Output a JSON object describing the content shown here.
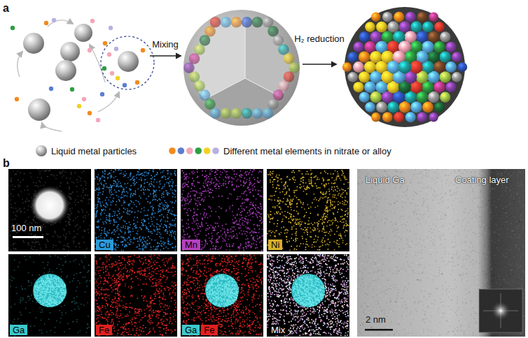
{
  "diagram": {
    "nodes": [
      {
        "text": [
          "100 nm"
        ]
      },
      {
        "text": [
          "Cu"
        ]
      },
      {
        "text": [
          "Mn"
        ]
      },
      {
        "text": [
          "Ni"
        ]
      },
      {
        "text": [
          "Ga"
        ]
      },
      {
        "text": [
          "Fe"
        ]
      },
      {
        "text": [
          "Ga",
          "Fe"
        ]
      },
      {
        "text": [
          "Mix"
        ]
      },
      {
        "text": [
          "Liquid Ga",
          "Coating layer",
          "2 nm"
        ]
      }
    ],
    "labels": [
      "a",
      "Mixing",
      "H₂ reduction",
      "b"
    ],
    "legend": [
      {
        "text": "Liquid metal particles"
      },
      {
        "text": "Different metal elements in nitrate or alloy"
      }
    ]
  }
}
